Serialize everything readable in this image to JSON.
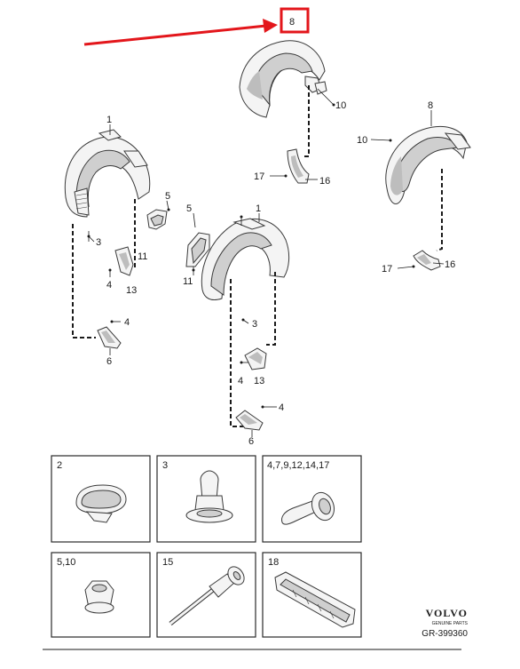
{
  "diagram": {
    "highlight_color": "#e3161b",
    "highlighted_label": "8",
    "callouts": {
      "c8_top": "8",
      "c10_top": "10",
      "c17_top": "17",
      "c16_top": "16",
      "c8_right": "8",
      "c10_right": "10",
      "c17_right": "17",
      "c16_right": "16",
      "c1_left": "1",
      "c5_left": "5",
      "c3_left": "3",
      "c11_left": "11",
      "c4_left": "4",
      "c13_left": "13",
      "c4_left_b": "4",
      "c6_left": "6",
      "c1_mid": "1",
      "c5_mid": "5",
      "c11_mid": "11",
      "c3_mid": "3",
      "c4_mid": "4",
      "c13_mid": "13",
      "c4_mid_b": "4",
      "c6_mid": "6"
    },
    "fastener_boxes": [
      {
        "label": "2"
      },
      {
        "label": "3"
      },
      {
        "label": "4,7,9,12,14,17"
      },
      {
        "label": "5,10"
      },
      {
        "label": "15"
      },
      {
        "label": "18"
      }
    ]
  },
  "brand": {
    "logo": "VOLVO",
    "subtitle": "GENUINE PARTS",
    "code": "GR-399360"
  }
}
